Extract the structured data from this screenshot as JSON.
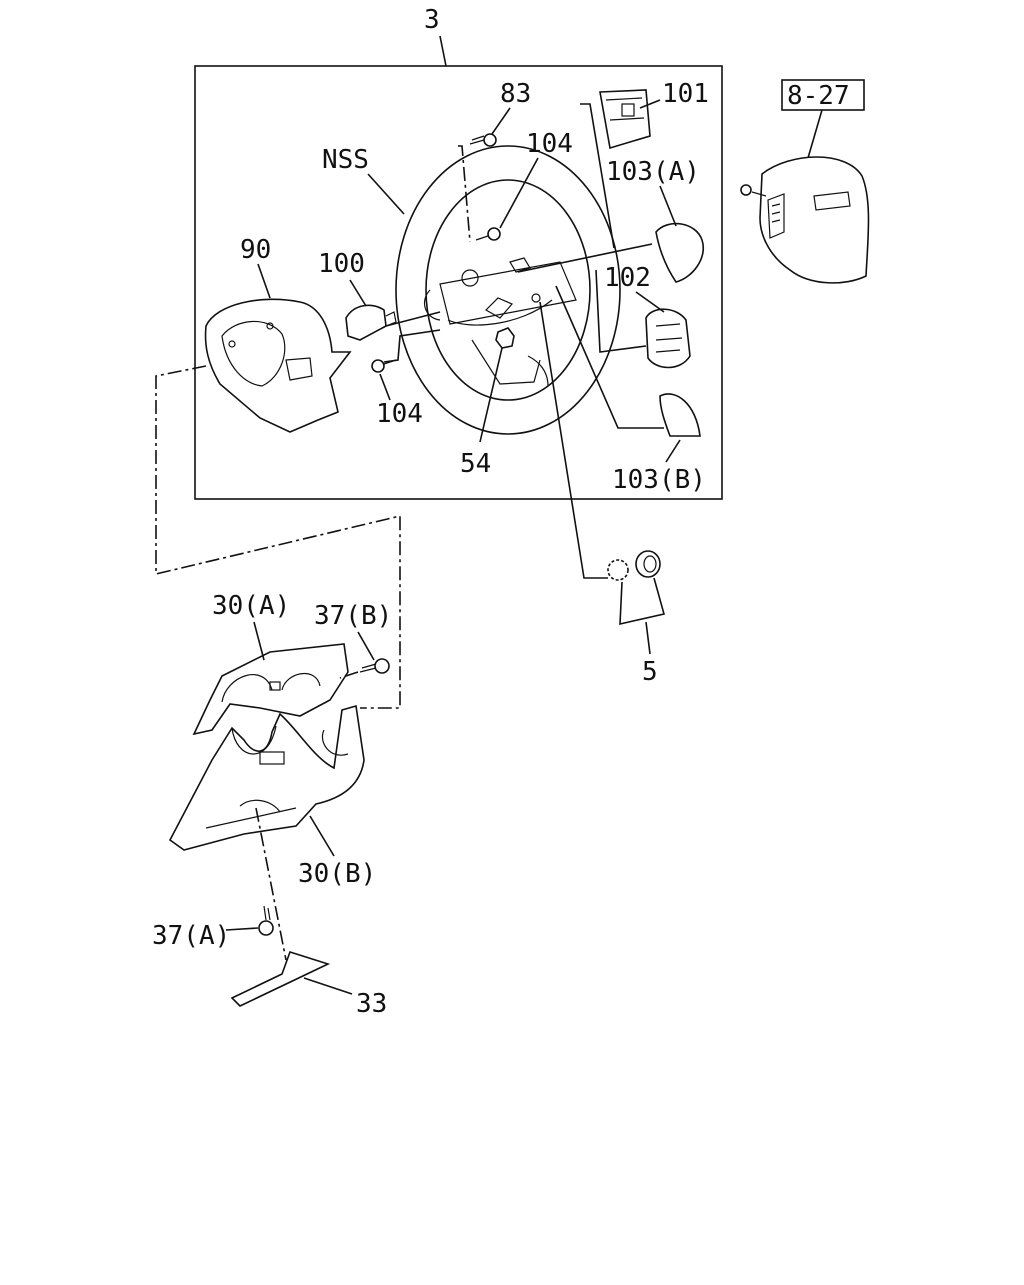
{
  "diagram": {
    "labels": {
      "assembly": "3",
      "ref": "8-27",
      "p83": "83",
      "p101": "101",
      "nss": "NSS",
      "p104_top": "104",
      "p103a": "103(A)",
      "p90": "90",
      "p100": "100",
      "p102": "102",
      "p104_bottom": "104",
      "p54": "54",
      "p103b": "103(B)",
      "p5": "5",
      "p30a": "30(A)",
      "p37b": "37(B)",
      "p30b": "30(B)",
      "p37a": "37(A)",
      "p33": "33"
    }
  }
}
